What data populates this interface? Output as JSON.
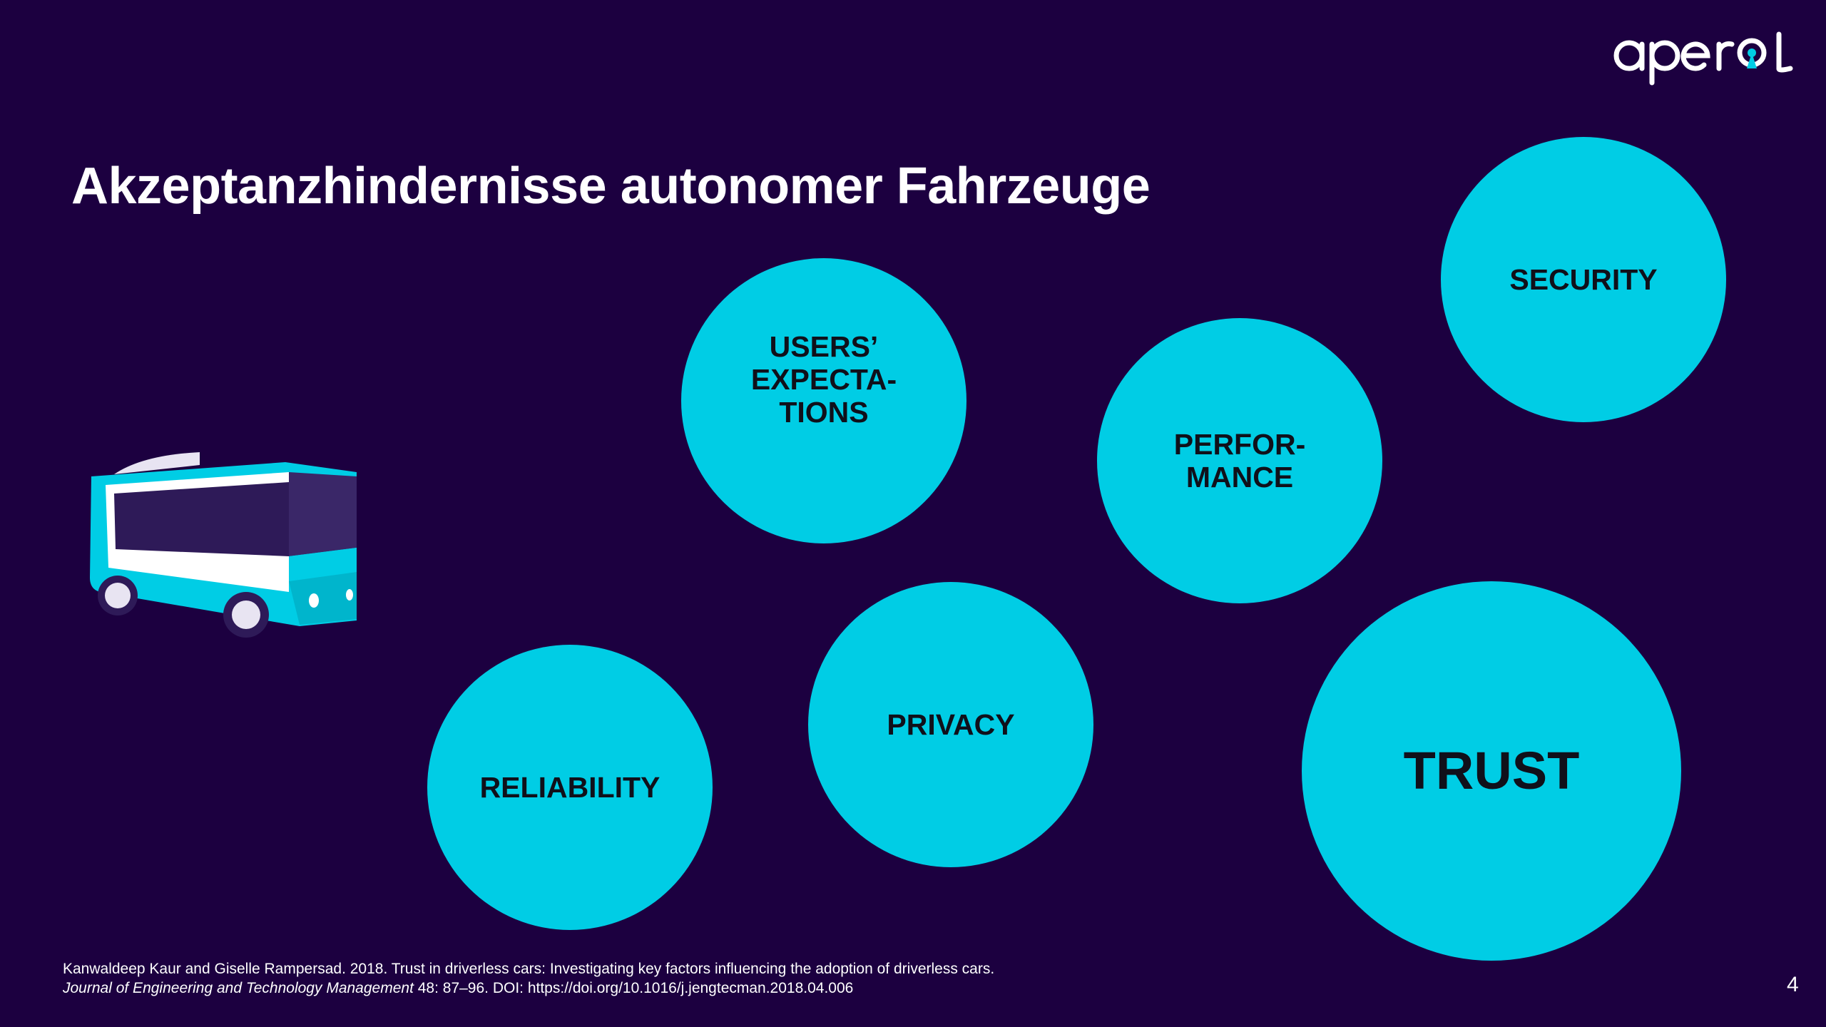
{
  "logo": {
    "text": "aperol",
    "icon": "aperol-logo"
  },
  "title": "Akzeptanzhindernisse autonomer Fahrzeuge",
  "bubbles": {
    "users_expectations": "USERS’\nEXPECTA-\nTIONS",
    "performance": "PERFOR-\nMANCE",
    "security": "SECURITY",
    "privacy": "PRIVACY",
    "reliability": "RELIABILITY",
    "trust": "TRUST"
  },
  "citation": {
    "line1": "Kanwaldeep Kaur and Giselle Rampersad. 2018. Trust in driverless cars: Investigating key factors influencing the adoption of driverless cars.",
    "journal": "Journal of Engineering and Technology Management",
    "line2_rest": " 48: 87–96. DOI: https://doi.org/10.1016/j.jengtecman.2018.04.006"
  },
  "page_number": "4",
  "colors": {
    "background": "#1c0040",
    "bubble": "#00cde5",
    "bubble_text": "#10101a",
    "text": "#ffffff"
  },
  "illustration": {
    "icon": "autonomous-shuttle-bus-icon"
  }
}
